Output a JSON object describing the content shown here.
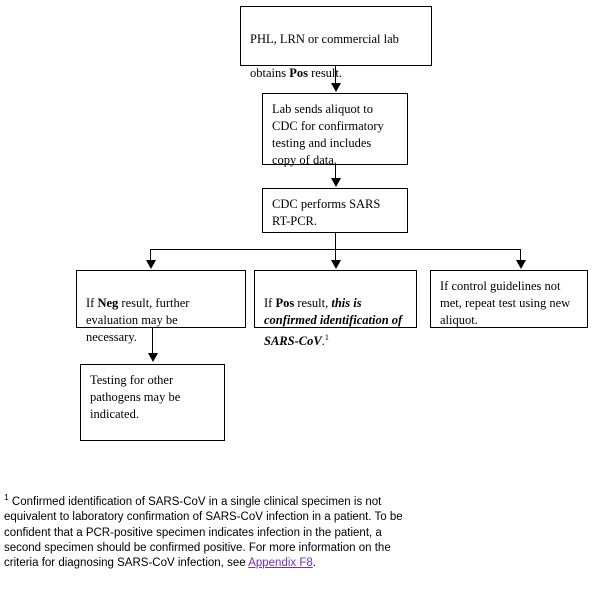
{
  "diagram": {
    "title": "SARS-CoV confirmatory testing flowchart",
    "nodes": {
      "n1": {
        "id": "lab-obtains-pos",
        "line1_a": "PHL, LRN or commercial lab",
        "line2_a": "obtains ",
        "line2_bold": "Pos",
        "line2_b": " result."
      },
      "n2": {
        "id": "lab-sends-aliquot",
        "text": "Lab sends aliquot to\nCDC for confirmatory\ntesting and includes\ncopy of data."
      },
      "n3": {
        "id": "cdc-performs-rtpcr",
        "text": "CDC performs SARS\nRT-PCR."
      },
      "n4": {
        "id": "neg-result",
        "pre": "If ",
        "bold": "Neg",
        "post": " result, further\nevaluation may be\nnecessary."
      },
      "n5": {
        "id": "pos-result-confirmed",
        "pre": "If ",
        "bold": "Pos",
        "mid": " result, ",
        "bolditalic": "this is\nconfirmed identification of\nSARS-CoV",
        "post": ".",
        "superscript": "1"
      },
      "n6": {
        "id": "control-guidelines-not-met",
        "text": "If control guidelines not\nmet, repeat test using new\naliquot."
      },
      "n7": {
        "id": "testing-other-pathogens",
        "text": "Testing for other\npathogens may be\nindicated."
      }
    },
    "connectors": {
      "c1_label": "arrow-n1-to-n2",
      "c2_label": "arrow-n2-to-n3",
      "c3_label": "split-n3-to-three-branches",
      "c4_label": "arrow-n4-to-n7"
    },
    "colors": {
      "stroke": "#000000",
      "background": "#ffffff",
      "link": "#7030c0"
    }
  },
  "footnote": {
    "marker": "1",
    "text_before_link": " Confirmed identification of SARS-CoV in a single clinical specimen is not equivalent to laboratory confirmation of SARS-CoV infection in a patient.  To be confident that a PCR-positive specimen indicates infection in the patient, a second specimen should be confirmed positive. For more information on the criteria for diagnosing SARS-CoV infection, see ",
    "link_text": "Appendix F8",
    "text_after_link": "."
  }
}
